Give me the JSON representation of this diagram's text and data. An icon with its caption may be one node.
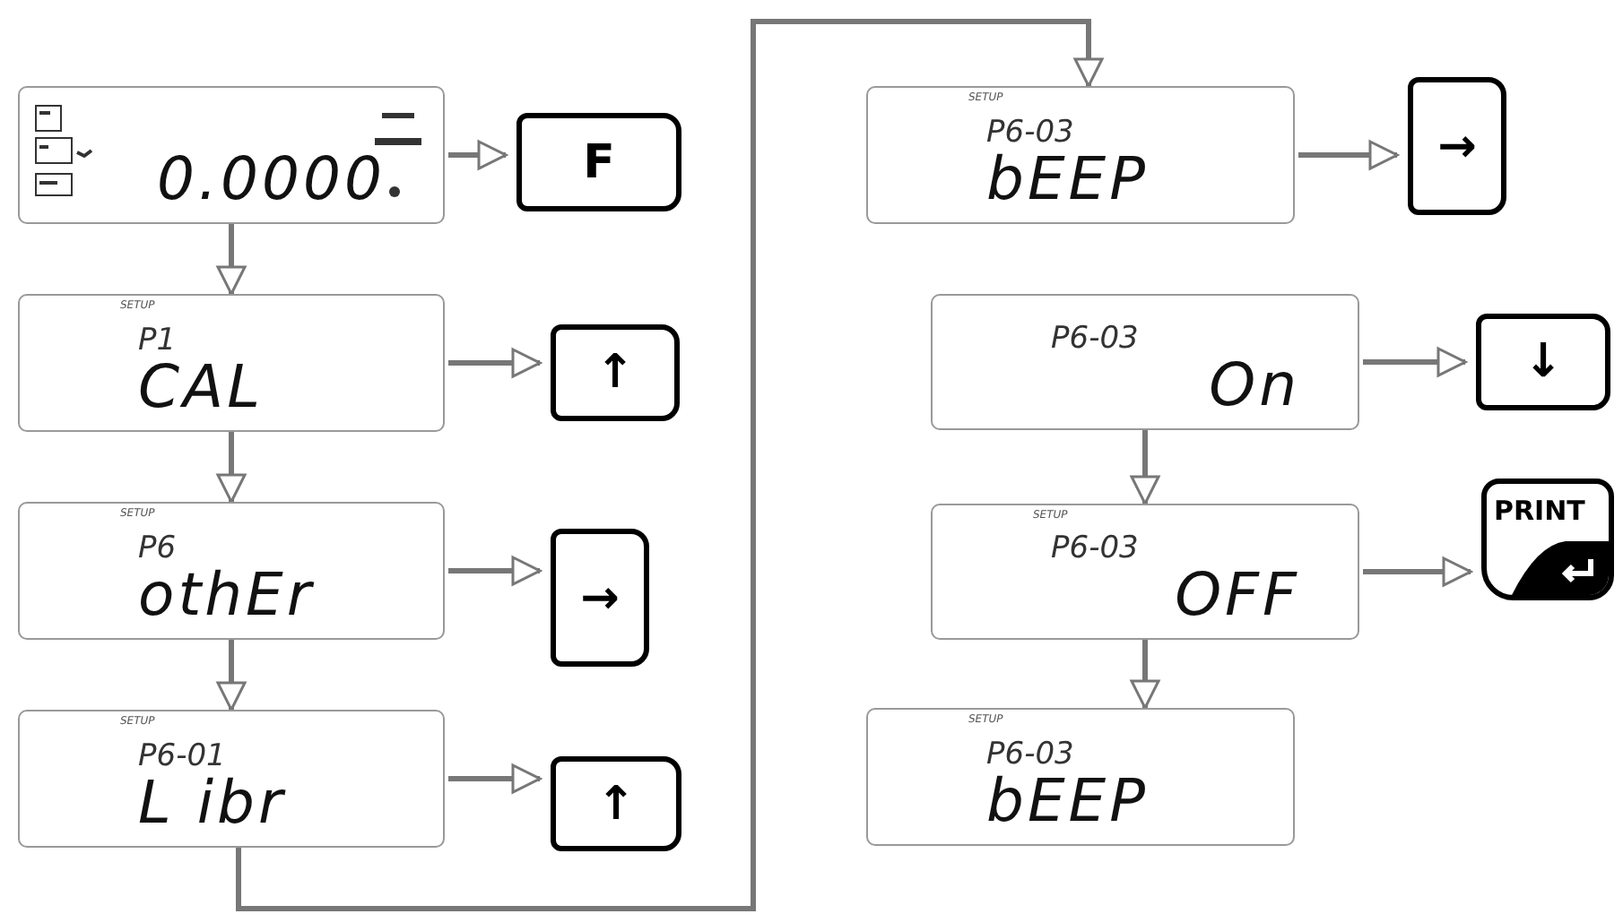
{
  "diagram": {
    "nodes": [
      {
        "text": [
          "0.0000"
        ]
      },
      {
        "text": [
          "F"
        ]
      },
      {
        "text": [
          "SETUP",
          "P1",
          "CAL"
        ]
      },
      {
        "text": [
          "↑"
        ]
      },
      {
        "text": [
          "SETUP",
          "P6",
          "othEr"
        ]
      },
      {
        "text": [
          "→"
        ]
      },
      {
        "text": [
          "SETUP",
          "P6-01",
          "L ibr"
        ]
      },
      {
        "text": [
          "↑"
        ]
      },
      {
        "text": [
          "SETUP",
          "P6-03",
          "bEEP"
        ]
      },
      {
        "text": [
          "→"
        ]
      },
      {
        "text": [
          "P6-03",
          "On"
        ]
      },
      {
        "text": [
          "↓"
        ]
      },
      {
        "text": [
          "SETUP",
          "P6-03",
          "OFF"
        ]
      },
      {
        "text": [
          "PRINT"
        ]
      },
      {
        "text": [
          "SETUP",
          "P6-03",
          "bEEP"
        ]
      }
    ],
    "edges": [
      {
        "from": 0,
        "to": 1,
        "arrow": "to"
      },
      {
        "from": 0,
        "to": 2,
        "arrow": "to"
      },
      {
        "from": 2,
        "to": 3,
        "arrow": "to"
      },
      {
        "from": 2,
        "to": 4,
        "arrow": "to"
      },
      {
        "from": 4,
        "to": 5,
        "arrow": "to"
      },
      {
        "from": 4,
        "to": 6,
        "arrow": "to"
      },
      {
        "from": 6,
        "to": 7,
        "arrow": "to"
      },
      {
        "from": 6,
        "to": 8,
        "arrow": "to"
      },
      {
        "from": 8,
        "to": 9,
        "arrow": "to"
      },
      {
        "from": 10,
        "to": 11,
        "arrow": "to"
      },
      {
        "from": 10,
        "to": 12,
        "arrow": "to"
      },
      {
        "from": 12,
        "to": 13,
        "arrow": "to"
      },
      {
        "from": 12,
        "to": 14,
        "arrow": "to"
      }
    ]
  }
}
